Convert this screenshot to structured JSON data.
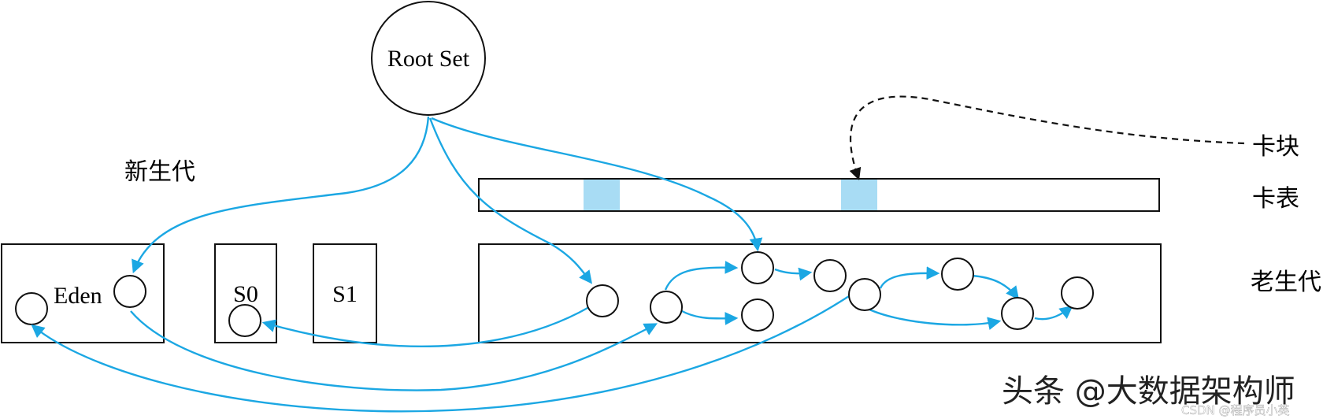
{
  "root": {
    "label": "Root Set"
  },
  "young_gen": {
    "label": "新生代",
    "eden": "Eden",
    "s0": "S0",
    "s1": "S1"
  },
  "card_table": {
    "label": "卡表",
    "card_label": "卡块"
  },
  "old_gen": {
    "label": "老生代"
  },
  "colors": {
    "arrow": "#1ba7e3",
    "card_fill": "#a8dcf4",
    "stroke": "#111111",
    "dashed": "#111111"
  },
  "watermark": {
    "main": "头条 @大数据架构师",
    "csdn": "CSDN @程序员小英"
  }
}
